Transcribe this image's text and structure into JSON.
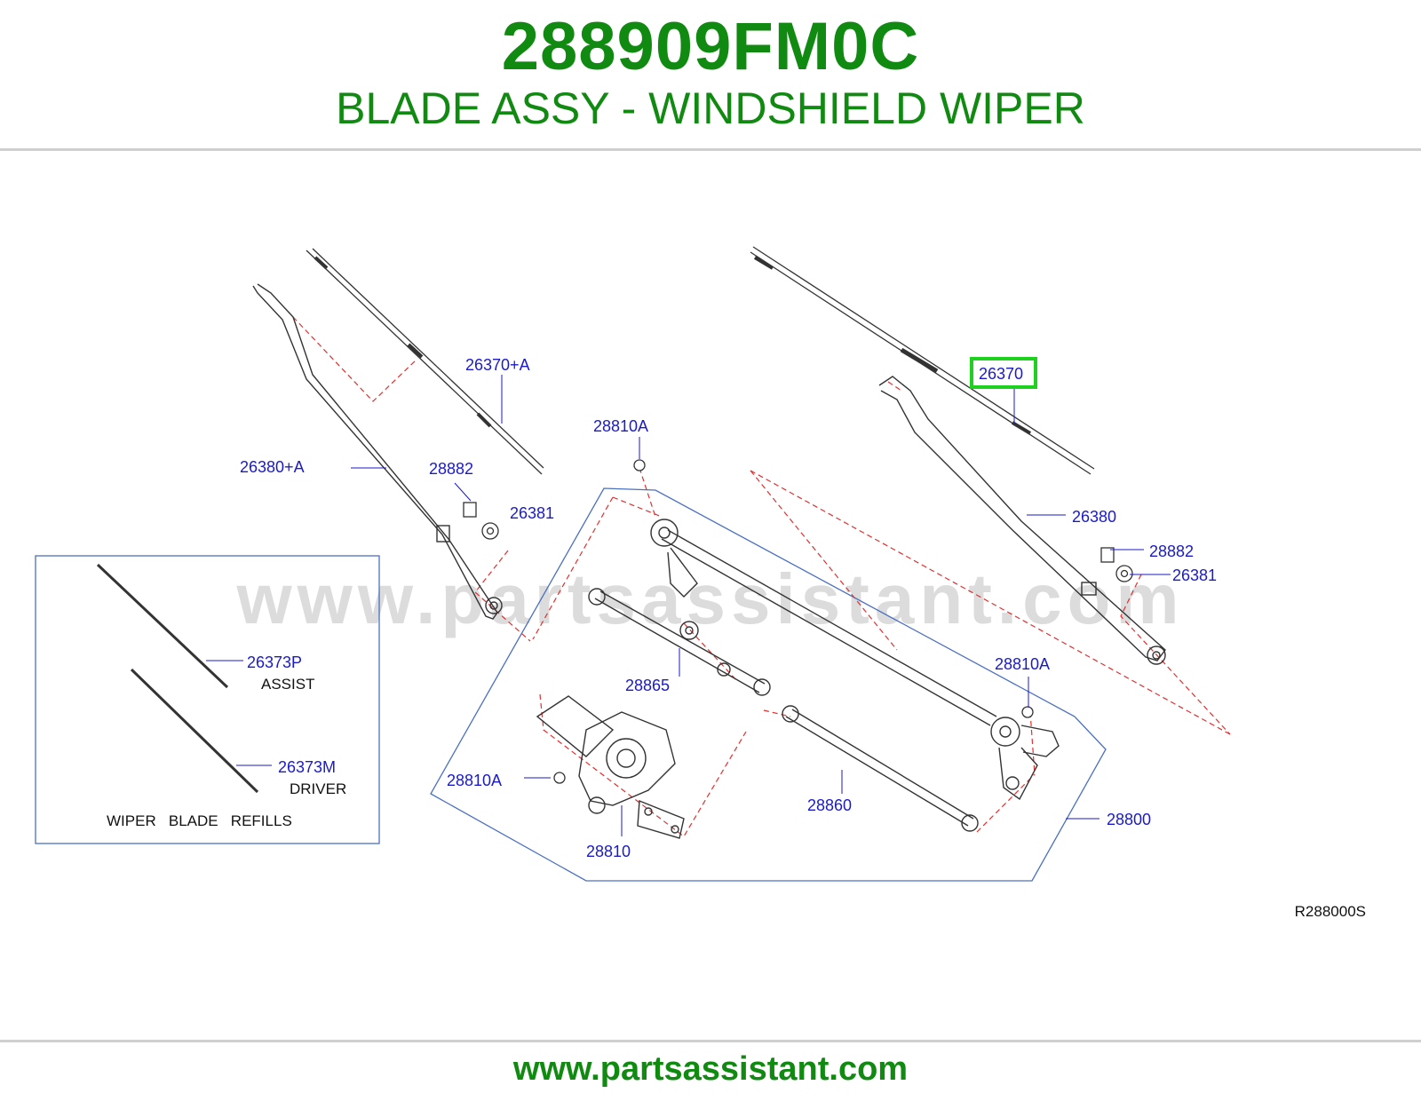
{
  "header": {
    "part_number": "288909FM0C",
    "part_name": "BLADE ASSY - WINDSHIELD WIPER"
  },
  "diagram": {
    "watermark": "www.partsassistant.com",
    "reference_code": "R288000S",
    "highlighted_callout": "26370",
    "callouts": {
      "c_26370A": "26370+A",
      "c_26380A": "26380+A",
      "c_28882_left": "28882",
      "c_26381_left": "26381",
      "c_28810A_top": "28810A",
      "c_26370": "26370",
      "c_26380": "26380",
      "c_28882_right": "28882",
      "c_26381_right": "26381",
      "c_28810A_right": "28810A",
      "c_28865": "28865",
      "c_28810A_left": "28810A",
      "c_28810": "28810",
      "c_28860": "28860",
      "c_28800": "28800",
      "c_26373P": "26373P",
      "c_26373M": "26373M"
    },
    "inset": {
      "assist_label": "ASSIST",
      "driver_label": "DRIVER",
      "caption": "WIPER   BLADE   REFILLS"
    },
    "colors": {
      "title_green": "#118a11",
      "callout_blue": "#1a1acc",
      "leader_red": "#e03030",
      "highlight_green": "#1fd11f",
      "assembly_outline": "#4a70c0"
    }
  },
  "footer": {
    "url": "www.partsassistant.com"
  }
}
